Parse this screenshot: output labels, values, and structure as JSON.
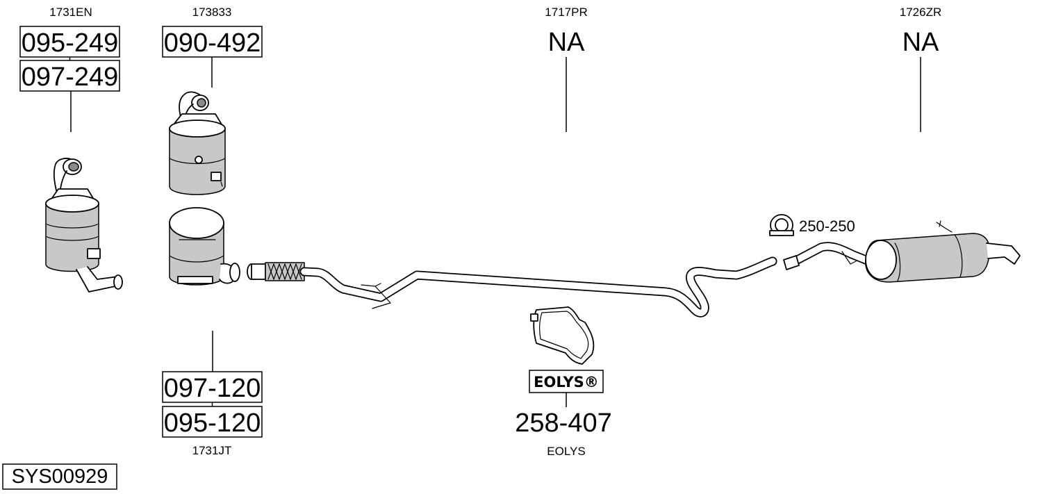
{
  "parts": {
    "cat_left": {
      "ref": "1731EN",
      "codes": [
        "095-249",
        "097-249"
      ]
    },
    "cat_mid": {
      "ref": "173833",
      "codes": [
        "090-492"
      ]
    },
    "dpf": {
      "ref": "1731JT",
      "codes": [
        "097-120",
        "095-120"
      ]
    },
    "mid_pipe": {
      "ref": "1717PR",
      "code": "NA"
    },
    "rear_silencer": {
      "ref": "1726ZR",
      "code": "NA"
    },
    "clamp": {
      "code": "250-250"
    },
    "eolys": {
      "ref": "EOLYS",
      "code": "258-407",
      "logo": "EOLYS®"
    }
  },
  "system_code": "SYS00929",
  "icons": [
    "clamp-icon",
    "eolys-tank-icon",
    "catalytic-converter-icon",
    "particulate-filter-icon",
    "flex-pipe-icon",
    "muffler-icon"
  ]
}
